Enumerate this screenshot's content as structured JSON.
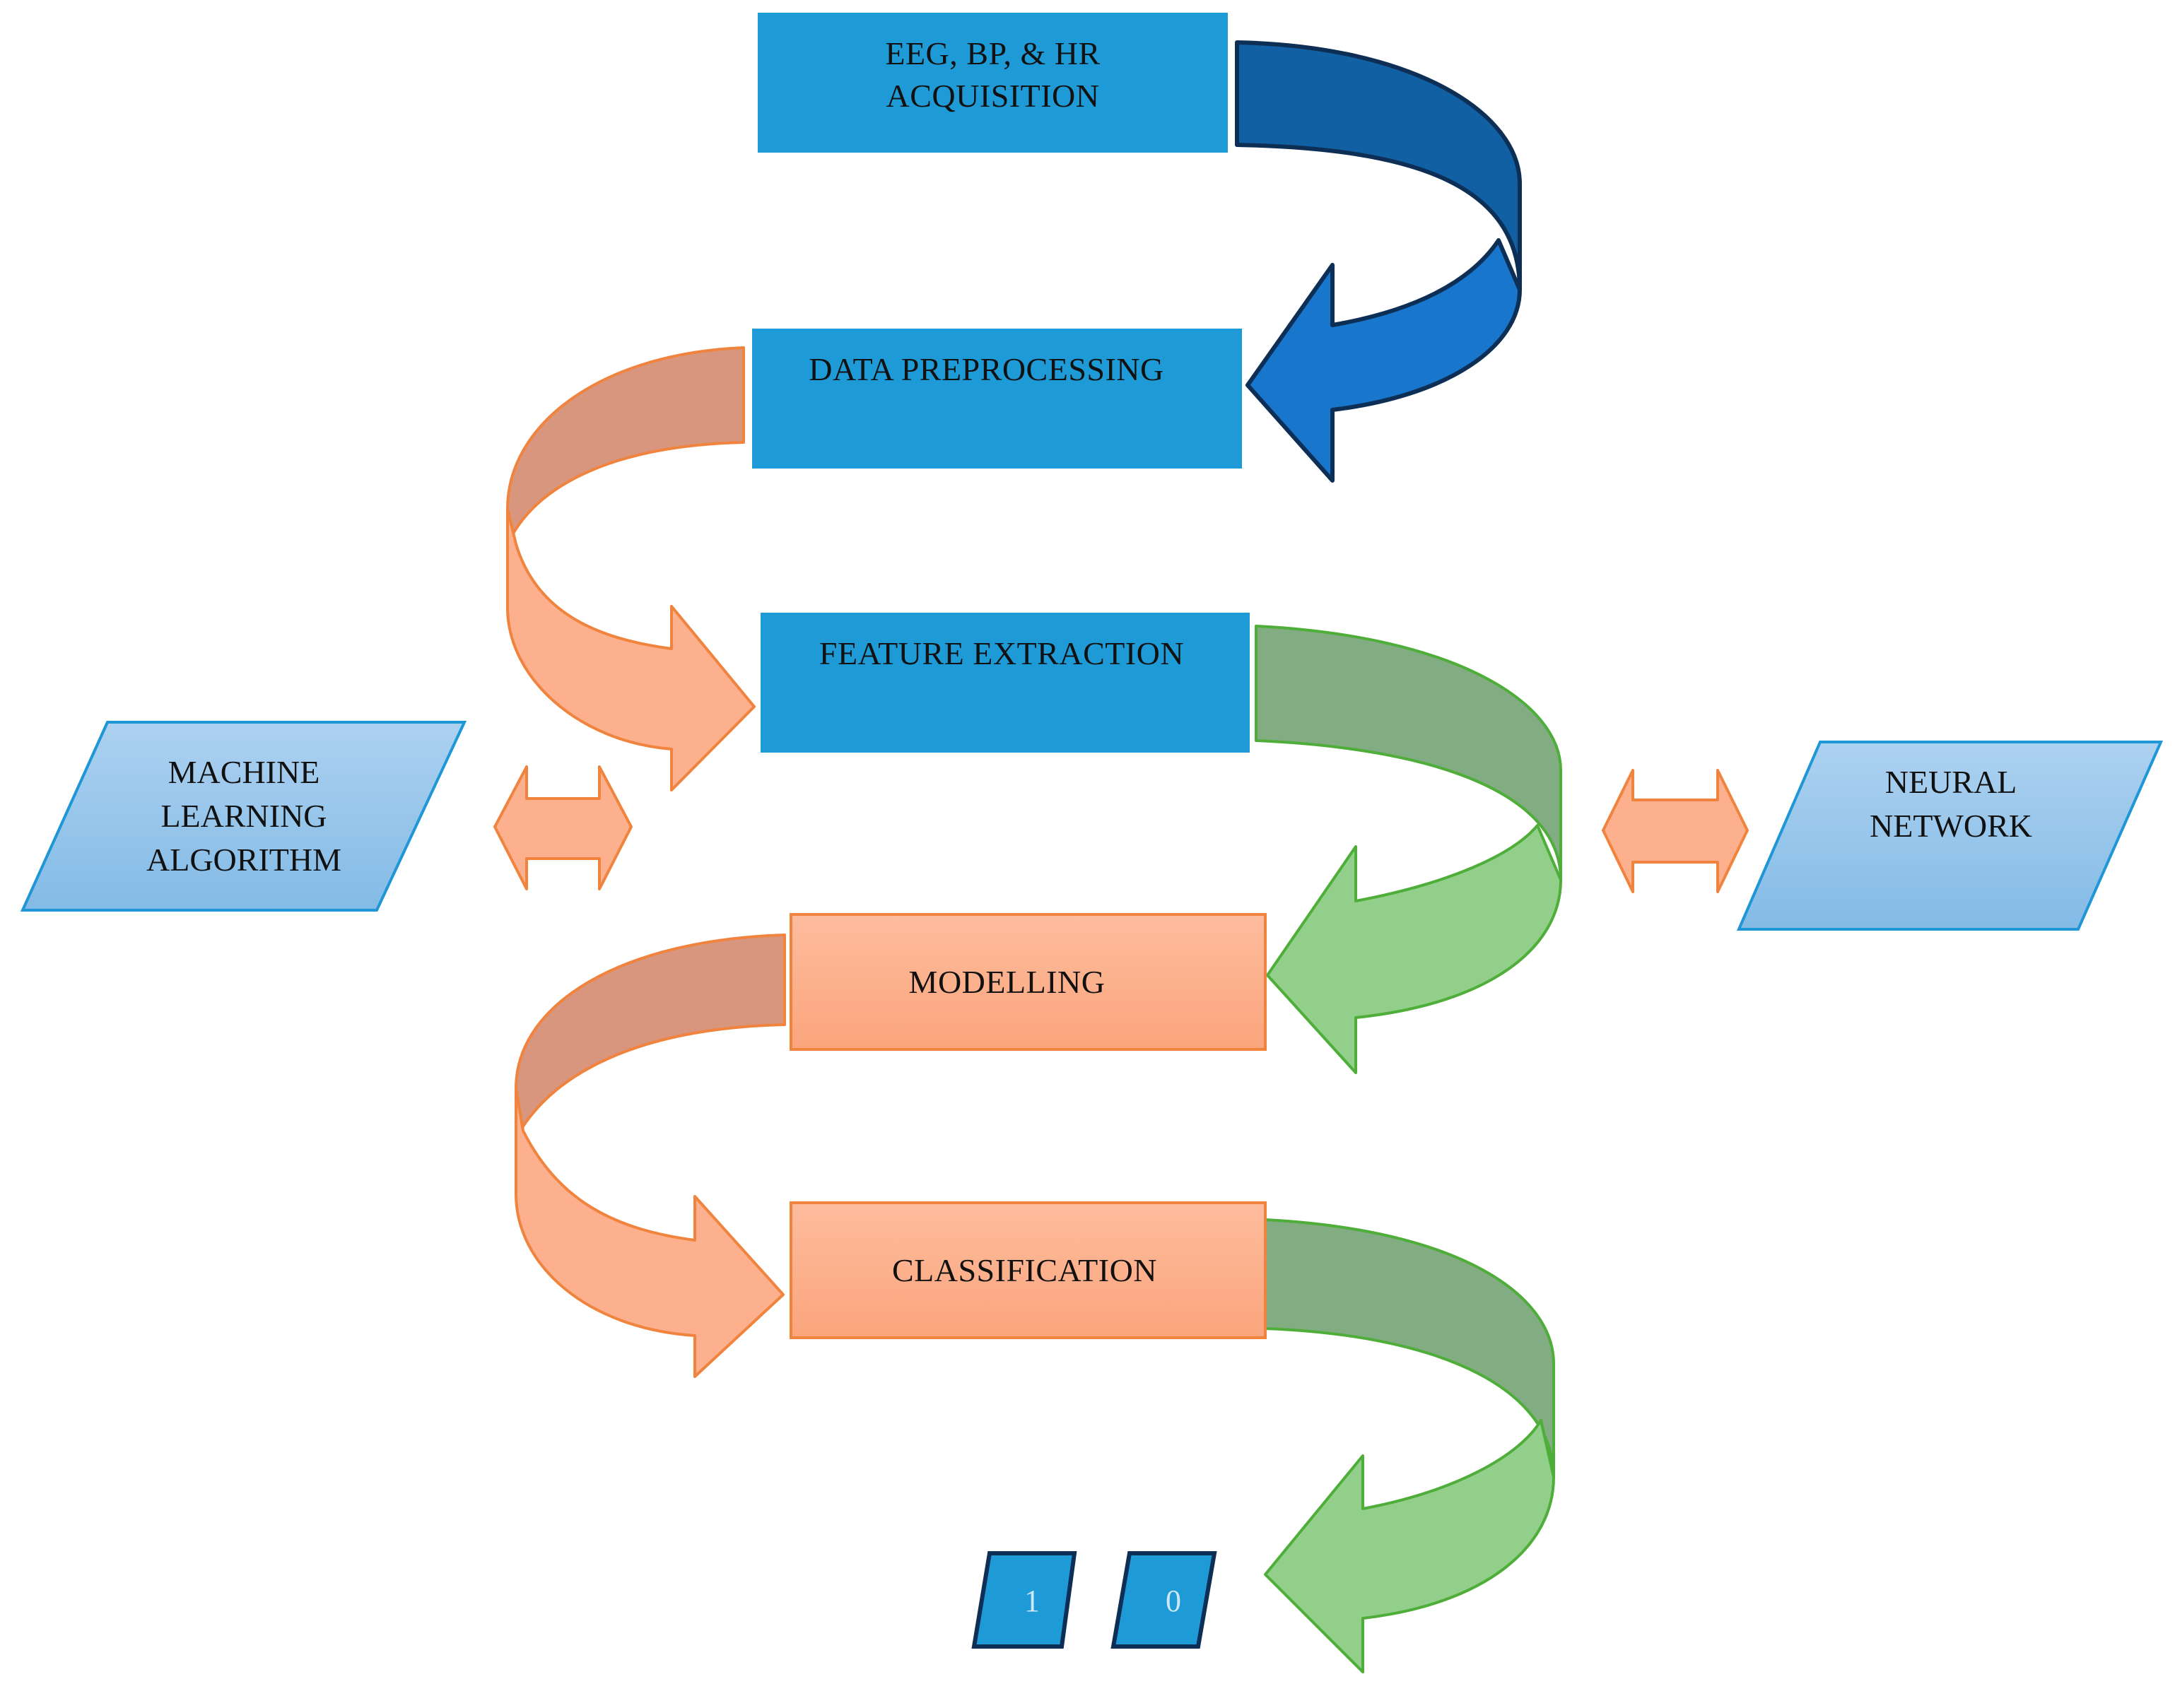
{
  "diagram": {
    "steps": [
      {
        "id": "acquisition",
        "label": "EEG, BP, & HR\nACQUISITION",
        "style": "blue"
      },
      {
        "id": "preprocessing",
        "label": "DATA PREPROCESSING",
        "style": "blue"
      },
      {
        "id": "feature_extraction",
        "label": "FEATURE EXTRACTION",
        "style": "blue"
      },
      {
        "id": "modelling",
        "label": "MODELLING",
        "style": "orange"
      },
      {
        "id": "classification",
        "label": "CLASSIFICATION",
        "style": "orange"
      }
    ],
    "side_inputs": [
      {
        "id": "ml",
        "label": "MACHINE\nLEARNING\nALGORITHM"
      },
      {
        "id": "nn",
        "label": "NEURAL\nNETWORK"
      }
    ],
    "outputs": [
      "1",
      "0"
    ],
    "colors": {
      "box_blue": "#1e9ad6",
      "arrow_dark_blue": "#1160a3",
      "arrow_blue": "#1876cc",
      "arrow_orange": "#fdb08e",
      "arrow_orange_back": "#d8967e",
      "arrow_green": "#92cf8a",
      "arrow_green_back": "#82ac82",
      "parallelogram_blue": "#9fc8ec",
      "orange_border": "#f0843e",
      "green_border": "#4fae3a"
    }
  }
}
